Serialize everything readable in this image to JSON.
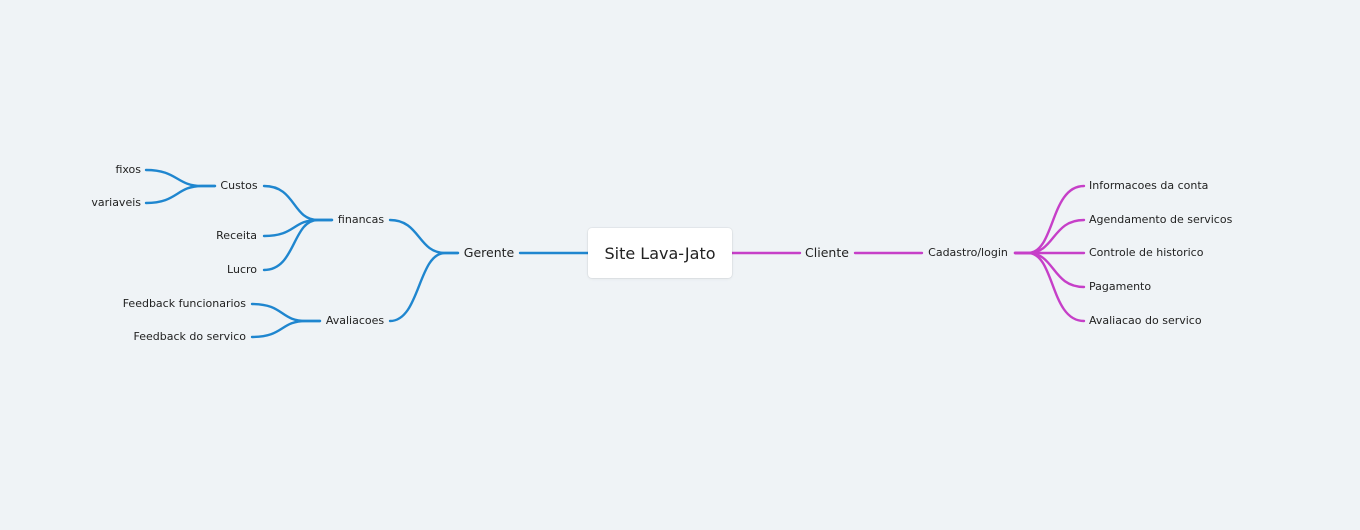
{
  "colors": {
    "left_branch": "#1f86cf",
    "right_branch": "#c63fc8",
    "background": "#eff3f6"
  },
  "root": {
    "label": "Site Lava-Jato"
  },
  "left": {
    "gerente": "Gerente",
    "financas": "financas",
    "custos": "Custos",
    "fixos": "fixos",
    "variaveis": "variaveis",
    "receita": "Receita",
    "lucro": "Lucro",
    "avaliacoes": "Avaliacoes",
    "feedback_funcionarios": "Feedback funcionarios",
    "feedback_servico": "Feedback do servico"
  },
  "right": {
    "cliente": "Cliente",
    "cadastro": "Cadastro/login",
    "items": [
      "Informacoes da conta",
      "Agendamento de servicos",
      "Controle de historico",
      "Pagamento",
      "Avaliacao do servico"
    ]
  }
}
